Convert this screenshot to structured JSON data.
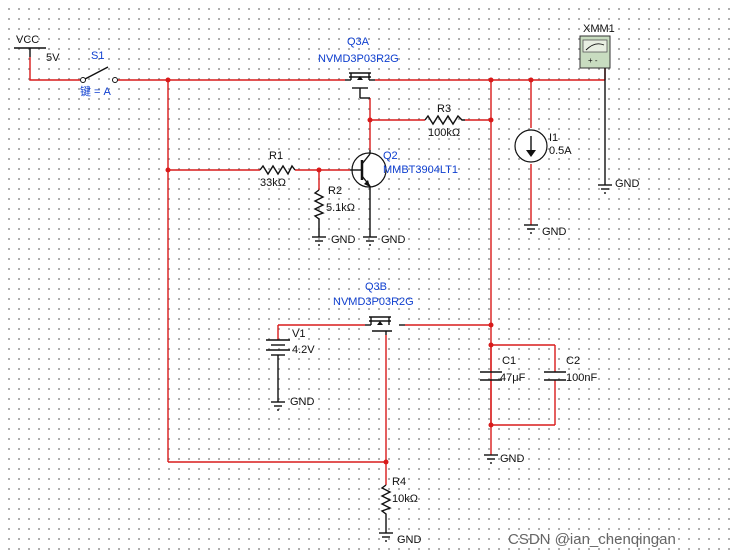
{
  "vcc": {
    "name": "VCC",
    "value": "5V"
  },
  "s1": {
    "ref": "S1",
    "key": "键 = A"
  },
  "q3a": {
    "ref": "Q3A",
    "part": "NVMD3P03R2G"
  },
  "q3b": {
    "ref": "Q3B",
    "part": "NVMD3P03R2G"
  },
  "q2": {
    "ref": "Q2",
    "part": "MMBT3904LT1"
  },
  "r1": {
    "ref": "R1",
    "value": "33kΩ"
  },
  "r2": {
    "ref": "R2",
    "value": "5.1kΩ"
  },
  "r3": {
    "ref": "R3",
    "value": "100kΩ"
  },
  "r4": {
    "ref": "R4",
    "value": "10kΩ"
  },
  "i1": {
    "ref": "I1",
    "value": "0.5A"
  },
  "v1": {
    "ref": "V1",
    "value": "4.2V"
  },
  "c1": {
    "ref": "C1",
    "value": "47μF"
  },
  "c2": {
    "ref": "C2",
    "value": "100nF"
  },
  "xmm1": {
    "ref": "XMM1",
    "indicators": "+ -"
  },
  "gnd_label": "GND",
  "watermark": "CSDN @ian_chenqingan",
  "colors": {
    "wire": "#d81b1b",
    "component": "#111111",
    "part_label": "#1040d0",
    "meter_body": "#c8dcc0"
  }
}
